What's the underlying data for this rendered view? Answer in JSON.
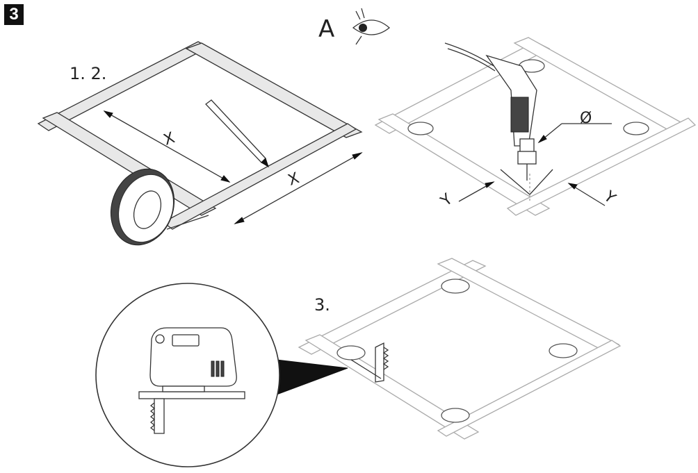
{
  "step": {
    "number": "3"
  },
  "labels": {
    "steps_1_2": "1.  2.",
    "view_a": "A",
    "step_3": "3."
  },
  "dimensions": {
    "x_label": "X",
    "y_label": "Y",
    "diameter_label": "Ø"
  },
  "icons": [
    "eye-icon",
    "tape-roll-icon",
    "pencil-icon",
    "drill-icon",
    "jigsaw-icon"
  ]
}
